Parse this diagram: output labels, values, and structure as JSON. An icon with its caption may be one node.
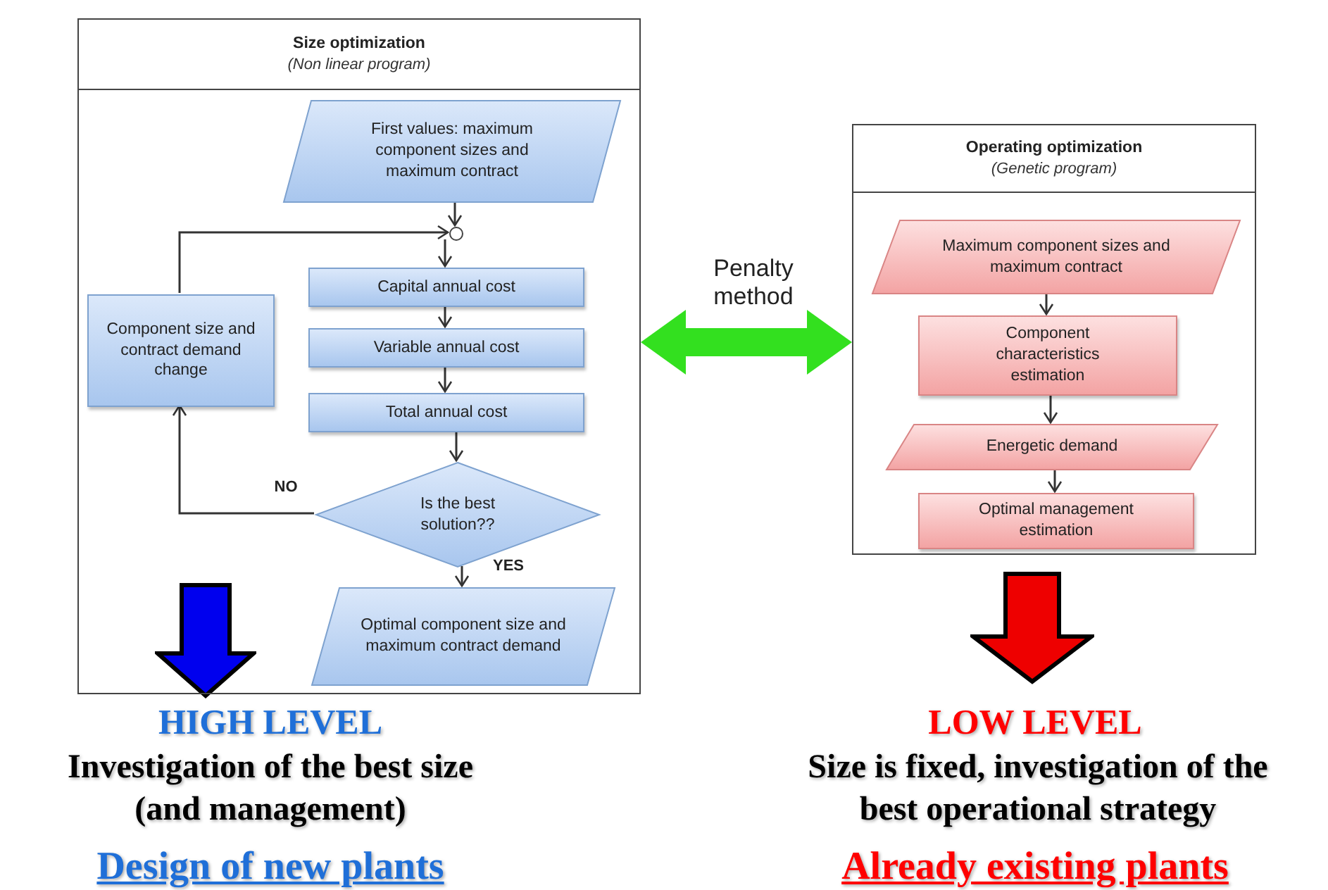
{
  "diagram": {
    "nodes": [
      {
        "text": [
          "Size optimization",
          "(Non linear program)"
        ]
      },
      {
        "text": [
          "First values: maximum component sizes and maximum contract"
        ],
        "in": 0
      },
      {
        "text": [],
        "shape": "circle",
        "in": 0
      },
      {
        "text": [
          "Capital annual cost"
        ],
        "in": 0
      },
      {
        "text": [
          "Variable annual cost"
        ],
        "in": 0
      },
      {
        "text": [
          "Total annual cost"
        ],
        "in": 0
      },
      {
        "text": [
          "Is the best solution??"
        ],
        "in": 0
      },
      {
        "text": [
          "Optimal component size and maximum contract demand"
        ],
        "in": 0
      },
      {
        "text": [
          "Component size and contract demand change"
        ],
        "in": 0
      },
      {
        "text": [
          "Operating optimization",
          "(Genetic program)"
        ]
      },
      {
        "text": [
          "Maximum component sizes and maximum contract"
        ],
        "in": 9
      },
      {
        "text": [
          "Component characteristics estimation"
        ],
        "in": 9
      },
      {
        "text": [
          "Energetic demand"
        ],
        "in": 9
      },
      {
        "text": [
          "Optimal management estimation"
        ],
        "in": 9
      }
    ],
    "edges": [
      {
        "from": 1,
        "to": 2,
        "arrow": "to"
      },
      {
        "from": 2,
        "to": 3,
        "arrow": "to"
      },
      {
        "from": 3,
        "to": 4,
        "arrow": "to"
      },
      {
        "from": 4,
        "to": 5,
        "arrow": "to"
      },
      {
        "from": 5,
        "to": 6,
        "arrow": "to"
      },
      {
        "from": 6,
        "to": 7,
        "arrow": "to",
        "label": "YES"
      },
      {
        "from": 6,
        "to": 8,
        "arrow": "to",
        "label": "NO"
      },
      {
        "from": 8,
        "to": 2,
        "arrow": "to"
      },
      {
        "from": 10,
        "to": 11,
        "arrow": "to"
      },
      {
        "from": 11,
        "to": 12,
        "arrow": "to"
      },
      {
        "from": 12,
        "to": 13,
        "arrow": "to"
      },
      {
        "from": 0,
        "to": 9,
        "arrow": "both",
        "label": "Penalty method",
        "style": "thick",
        "color": "#33e01f"
      }
    ],
    "labels": [
      "HIGH LEVEL",
      "Investigation of the best size (and management)",
      "Design of new plants",
      "LOW LEVEL",
      "Size is fixed, investigation of the best operational strategy",
      "Already existing plants"
    ]
  }
}
